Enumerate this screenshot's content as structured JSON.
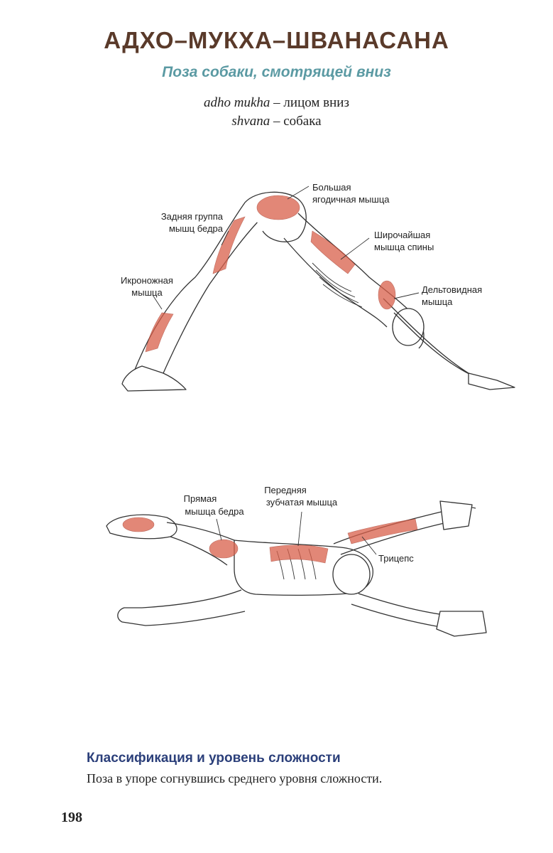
{
  "header": {
    "title": "АДХО–МУКХА–ШВАНАСАНА",
    "subtitle": "Поза собаки, смотрящей вниз"
  },
  "etymology": [
    {
      "term": "adho mukha",
      "meaning": "– лицом вниз"
    },
    {
      "term": "shvana",
      "meaning": "– собака"
    }
  ],
  "figure_top": {
    "labels": {
      "gluteus_1": "Большая",
      "gluteus_2": "ягодичная мышца",
      "hamstrings_1": "Задняя группа",
      "hamstrings_2": "мышц бедра",
      "latissimus_1": "Широчайшая",
      "latissimus_2": "мышца спины",
      "calf_1": "Икроножная",
      "calf_2": "мышца",
      "deltoid_1": "Дельтовидная",
      "deltoid_2": "мышца"
    }
  },
  "figure_bottom": {
    "labels": {
      "rectus_1": "Прямая",
      "rectus_2": "мышца бедра",
      "serratus_1": "Передняя",
      "serratus_2": "зубчатая мышца",
      "triceps": "Трицепс"
    }
  },
  "section": {
    "heading": "Классификация и уровень сложности",
    "body": "Поза в упоре согнувшись среднего уровня сложности."
  },
  "page_number": "198",
  "colors": {
    "title": "#5a3a2a",
    "subtitle": "#5b9aa3",
    "heading": "#2b3f7a",
    "muscle": "#d9604a",
    "outline": "#333333"
  }
}
